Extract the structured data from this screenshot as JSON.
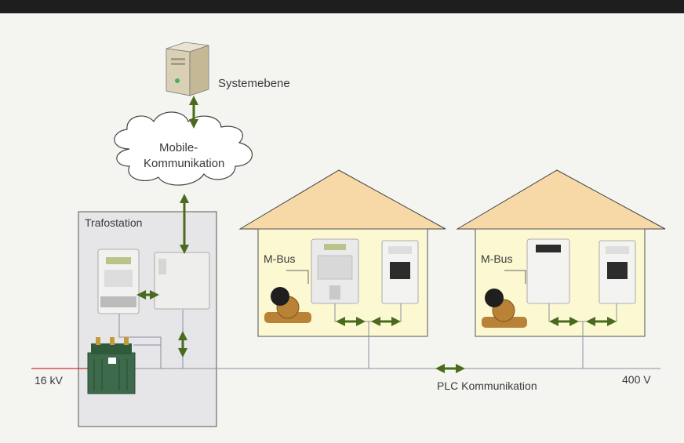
{
  "labels": {
    "systemebene": "Systemebene",
    "cloud_line1": "Mobile-",
    "cloud_line2": "Kommunikation",
    "trafostation": "Trafostation",
    "mbus_left": "M-Bus",
    "mbus_right": "M-Bus",
    "voltage_high": "16 kV",
    "voltage_low": "400 V",
    "plc": "PLC Kommunikation"
  },
  "colors": {
    "arrow": "#4a6b1e",
    "roof": "#f7d9a8",
    "house_wall": "#fbf8d2",
    "trafo_box": "#e6e6e9",
    "line": "#8a8fa0",
    "red_line": "#d23030"
  },
  "icons": [
    "server-icon",
    "cloud-icon",
    "electricity-meter-icon",
    "smart-meter-icon",
    "water-meter-icon",
    "transformer-icon"
  ]
}
